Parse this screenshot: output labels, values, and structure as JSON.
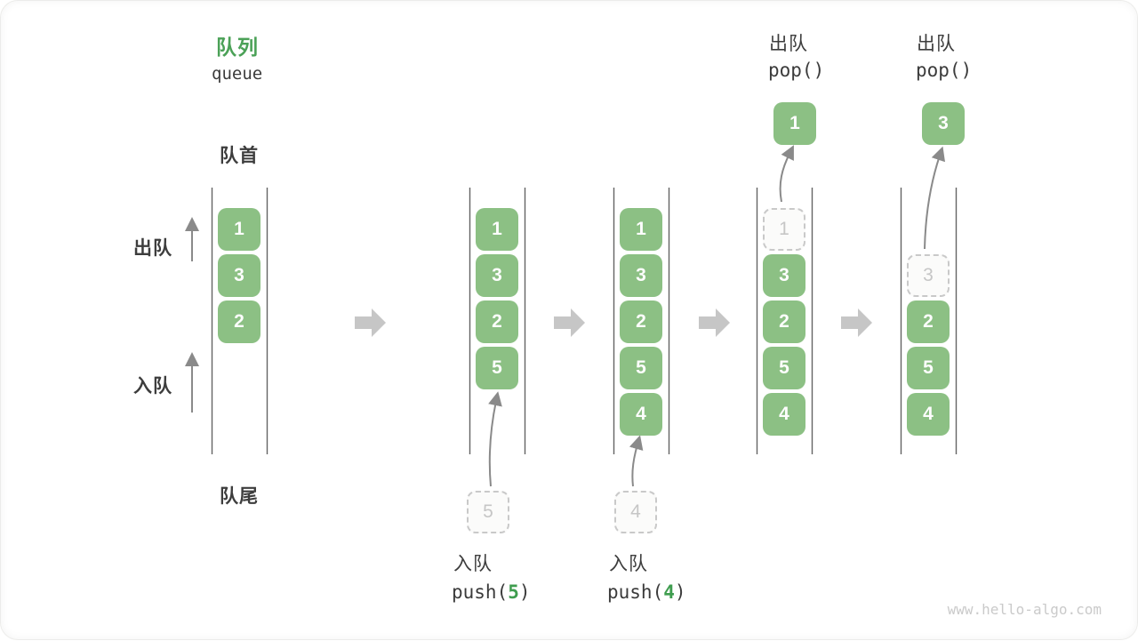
{
  "title": {
    "zh": "队列",
    "en": "queue"
  },
  "labels": {
    "front": "队首",
    "rear": "队尾",
    "dequeue": "出队",
    "enqueue": "入队"
  },
  "columns": [
    {
      "name": "initial-state",
      "slots": [
        {
          "v": "1"
        },
        {
          "v": "3"
        },
        {
          "v": "2"
        }
      ]
    },
    {
      "name": "after-push-5",
      "slots": [
        {
          "v": "1"
        },
        {
          "v": "3"
        },
        {
          "v": "2"
        },
        {
          "v": "5"
        }
      ]
    },
    {
      "name": "after-push-4",
      "slots": [
        {
          "v": "1"
        },
        {
          "v": "3"
        },
        {
          "v": "2"
        },
        {
          "v": "5"
        },
        {
          "v": "4"
        }
      ]
    },
    {
      "name": "pop-first",
      "slots": [
        {
          "v": "1",
          "ghost": true
        },
        {
          "v": "3"
        },
        {
          "v": "2"
        },
        {
          "v": "5"
        },
        {
          "v": "4"
        }
      ],
      "popped": "1"
    },
    {
      "name": "pop-second",
      "slots": [
        {
          "v": "3",
          "ghost": true
        },
        {
          "v": "2"
        },
        {
          "v": "5"
        },
        {
          "v": "4"
        }
      ],
      "popped": "3"
    }
  ],
  "operations": {
    "push5": {
      "zh": "入队",
      "code_pre": "push(",
      "arg": "5",
      "code_post": ")",
      "staged": "5"
    },
    "push4": {
      "zh": "入队",
      "code_pre": "push(",
      "arg": "4",
      "code_post": ")",
      "staged": "4"
    },
    "pop1": {
      "zh": "出队",
      "code": "pop()",
      "result": "1"
    },
    "pop2": {
      "zh": "出队",
      "code": "pop()",
      "result": "3"
    }
  },
  "colors": {
    "block_green": "#8CC084",
    "title_green": "#4BA157",
    "code_arg_green": "#3F9D4F",
    "text_dark": "#3d3d3d",
    "ghost_gray": "#c9c9c9",
    "thin_arrow_gray": "#8a8a8a",
    "flow_arrow_gray": "#c6c6c6",
    "watermark_gray": "#cacaca"
  },
  "watermark": "www.hello-algo.com"
}
